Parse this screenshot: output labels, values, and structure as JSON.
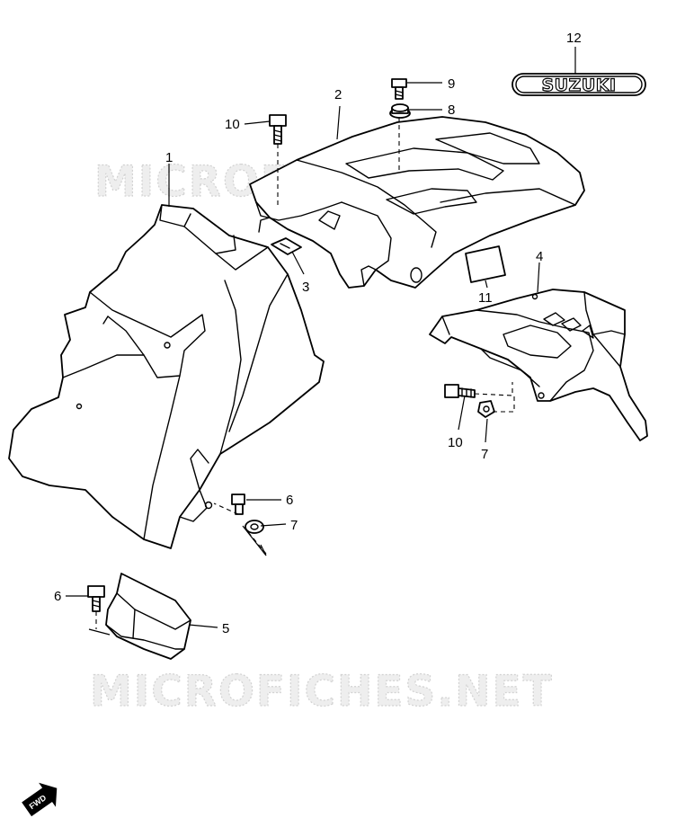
{
  "watermarks": [
    "MICROFICHES.NET",
    "MICROFICHES.NET"
  ],
  "emblem": {
    "text": "SUZUKI"
  },
  "fwd_label": "FWD",
  "callouts": {
    "c1": "1",
    "c2": "2",
    "c3": "3",
    "c4": "4",
    "c5": "5",
    "c6a": "6",
    "c6b": "6",
    "c7a": "7",
    "c7b": "7",
    "c8": "8",
    "c9": "9",
    "c10a": "10",
    "c10b": "10",
    "c11": "11",
    "c12": "12"
  }
}
